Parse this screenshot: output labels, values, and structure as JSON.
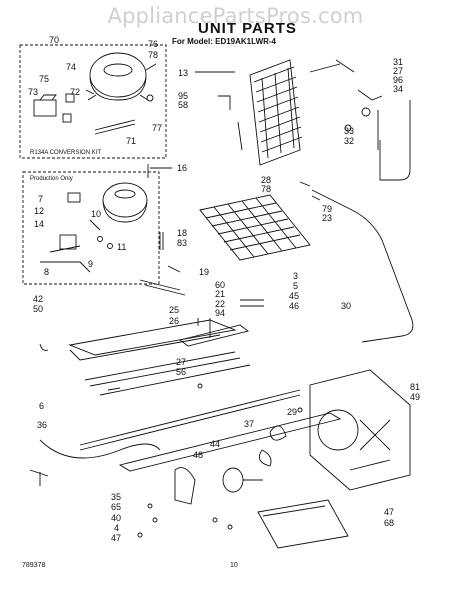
{
  "watermark": "AppliancePartsPros.com",
  "header": {
    "title": "UNIT PARTS",
    "model_line": "For Model: ED19AK1LWR-4"
  },
  "boxes": {
    "conversion_kit_label": "R134A CONVERSION KIT",
    "production_only_label": "Production Only"
  },
  "callouts": {
    "n70": "70",
    "n74": "74",
    "n75": "75",
    "n76": "76",
    "n78": "78",
    "n72": "72",
    "n73": "73",
    "n71": "71",
    "n77": "77",
    "n13": "13",
    "n95": "95",
    "n58": "58",
    "n31": "31",
    "n27": "27",
    "n96": "96",
    "n34": "34",
    "n33": "33",
    "n32": "32",
    "n16": "16",
    "n7": "7",
    "n12": "12",
    "n10": "10",
    "n14": "14",
    "n11": "11",
    "n9": "9",
    "n8": "8",
    "n18": "18",
    "n83": "83",
    "n19": "19",
    "n28": "28",
    "n78b": "78",
    "n79": "79",
    "n23": "23",
    "n3": "3",
    "n5": "5",
    "n45": "45",
    "n46": "46",
    "n60": "60",
    "n21": "21",
    "n22": "22",
    "n94": "94",
    "n25": "25",
    "n26": "26",
    "n42": "42",
    "n50": "50",
    "n30": "30",
    "n27b": "27",
    "n56": "56",
    "n6": "6",
    "n36": "36",
    "n81": "81",
    "n49": "49",
    "n37": "37",
    "n29": "29",
    "n44": "44",
    "n48": "48",
    "n35": "35",
    "n65": "65",
    "n40": "40",
    "n4": "4",
    "n47": "47",
    "n47b": "47",
    "n68": "68"
  },
  "footer": {
    "left_code": "789378",
    "page_number": "10"
  }
}
